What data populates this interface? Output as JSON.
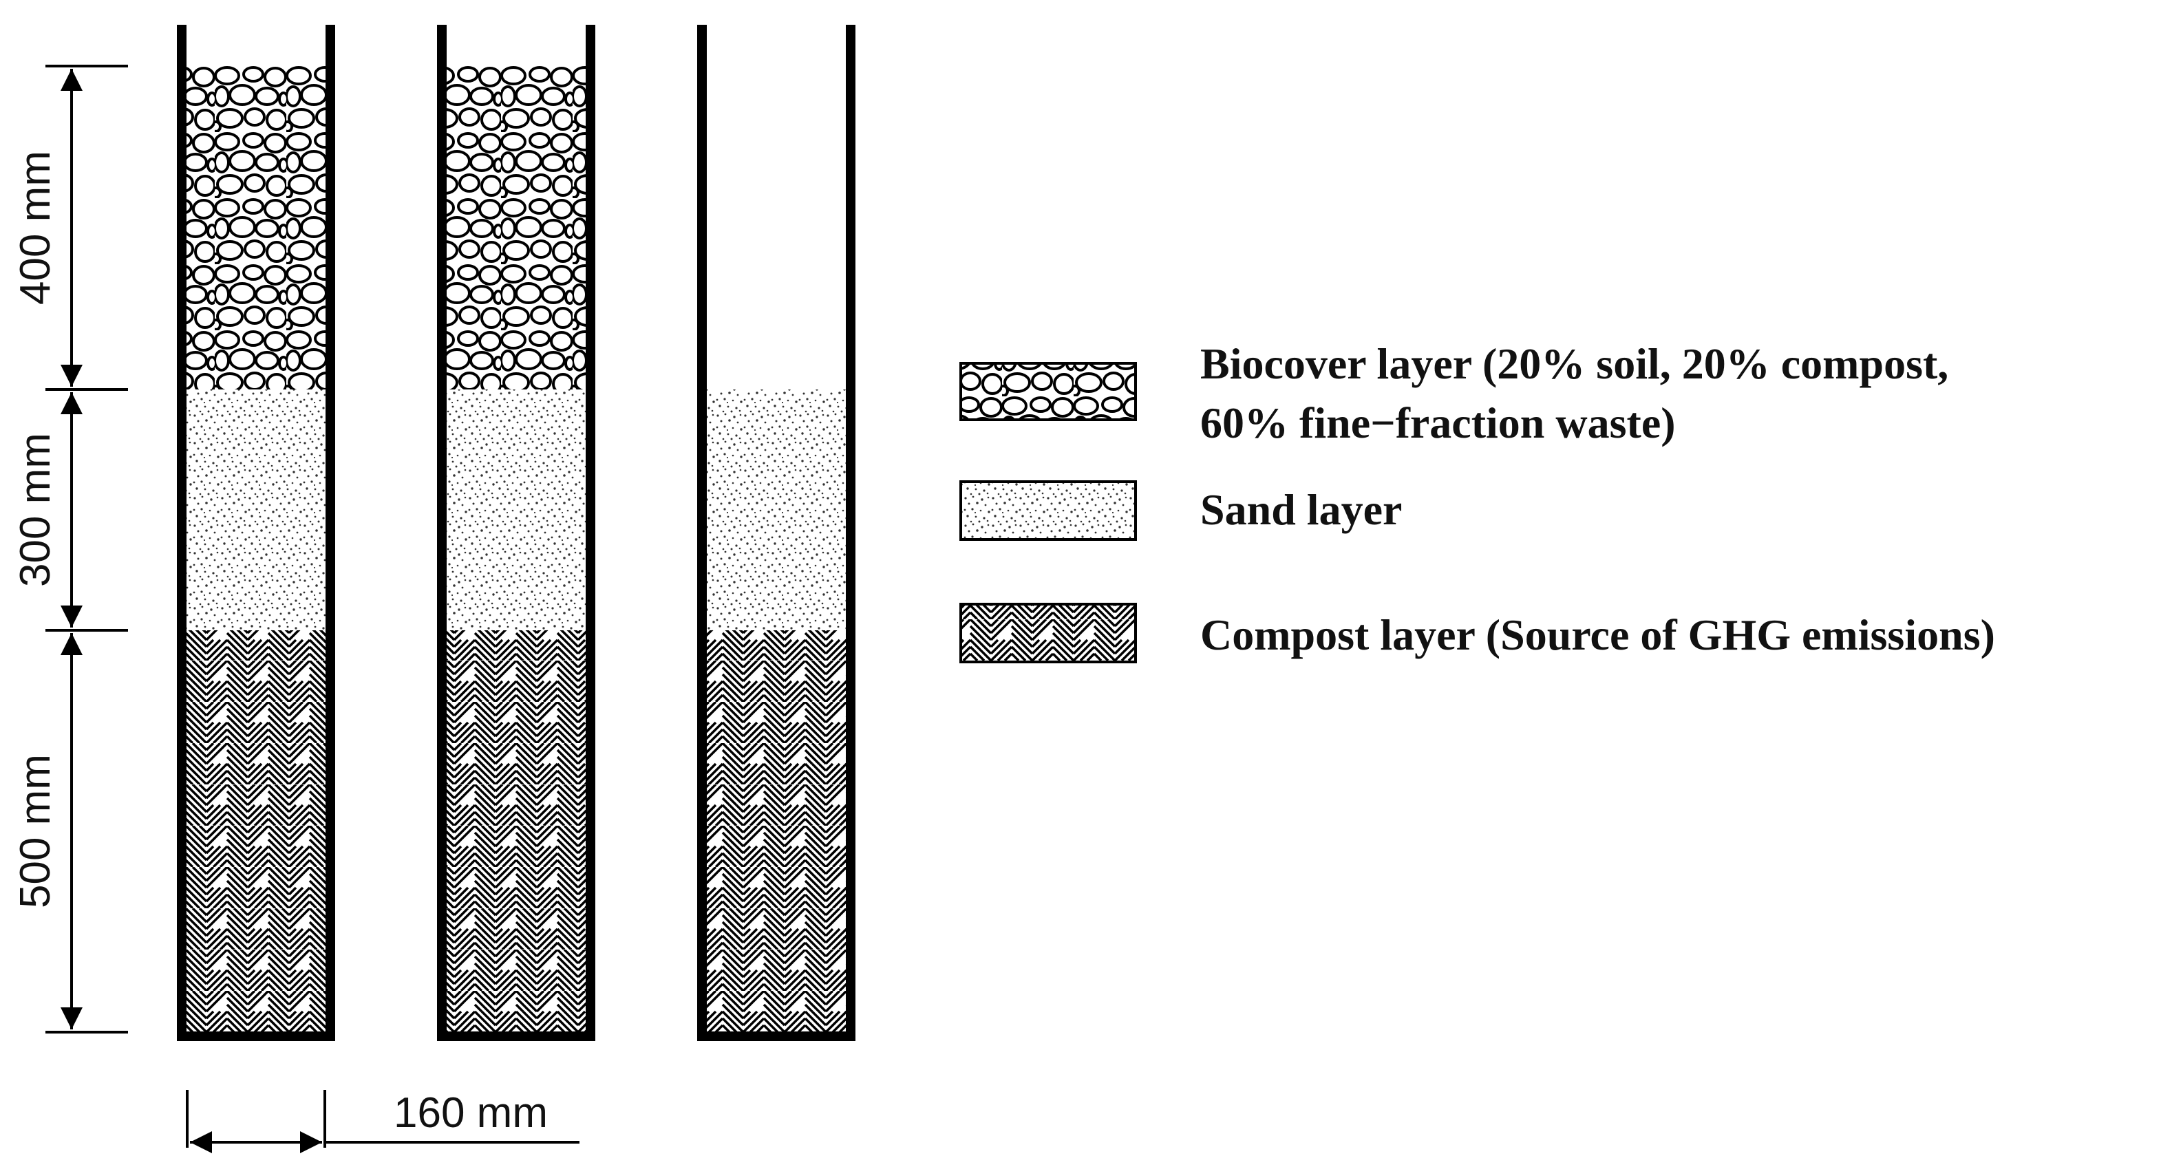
{
  "dimensions": {
    "biocover_height": "400 mm",
    "sand_height": "300 mm",
    "compost_height": "500 mm",
    "column_width": "160 mm"
  },
  "columns": [
    {
      "layers": [
        "biocover",
        "sand",
        "compost"
      ]
    },
    {
      "layers": [
        "biocover",
        "sand",
        "compost"
      ]
    },
    {
      "layers": [
        "sand",
        "compost"
      ]
    }
  ],
  "legend": {
    "biocover": {
      "line1": "Biocover layer (20% soil, 20% compost,",
      "line2": "60% fine−fraction waste)"
    },
    "sand": {
      "label": "Sand layer"
    },
    "compost": {
      "label": "Compost layer (Source of GHG emissions)"
    }
  },
  "colors": {
    "line": "#000000",
    "text": "#111111",
    "background": "#ffffff"
  }
}
